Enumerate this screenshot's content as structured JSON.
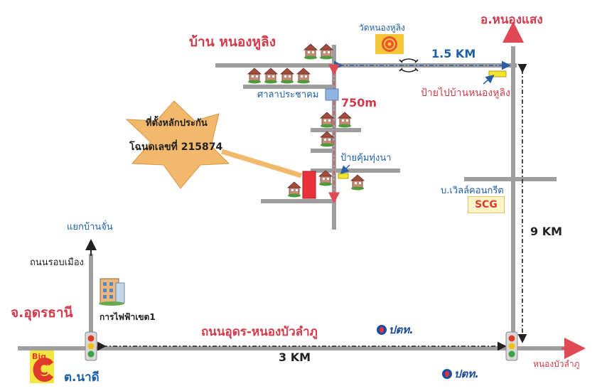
{
  "labels": {
    "village": "บ้าน หนองหูลิง",
    "temple": "วัดหนองหูลิง",
    "district_nongsaeng": "อ.หนองแสง",
    "dist_1_5": "1.5 KM",
    "sign_village": "ป้ายไปบ้านหนองหูลิง",
    "community_hall": "ศาลาประชาคม",
    "dist_750": "750m",
    "collateral_line1": "ที่ตั้งหลักประกัน",
    "collateral_line2": "โฉนดเลขที่ 215874",
    "sign_field": "ป้ายคุ้มทุ่งนา",
    "scg_dealer": "บ.เวิลล์คอนกรีต",
    "scg_logo": "SCG",
    "dist_9": "9 KM",
    "junction_banchan": "แยกบ้านจั่น",
    "ring_road": "ถนนรอบเมือง",
    "province": "จ.อุดรธานี",
    "electricity_office": "การไฟฟ้าเขต1",
    "main_road": "ถนนอุดร-หนองบัวลำภู",
    "dist_3": "3 KM",
    "subdistrict": "ต.นาดี",
    "to_nongbualamphu": "หนองบัวลำภู",
    "ptt_top": "ปตท.",
    "ptt_bottom": "ปตท.",
    "bigc_big": "Big",
    "bigc_c": "C"
  },
  "colors": {
    "road": "#9e9e9e",
    "red_text": "#d23b4b",
    "blue_text": "#1f5fa8",
    "star": "#f2b96c",
    "collateral_marker": "#e8313a",
    "sign": "#f4e52a",
    "arrow_red": "#e04a55",
    "arrow_blue": "#2a5fa8"
  },
  "icons": {
    "temple": "dharma-wheel-icon",
    "house": "house-icon",
    "traffic_light": "traffic-light-icon",
    "bridge": "bridge-icon",
    "office": "building-icon"
  }
}
